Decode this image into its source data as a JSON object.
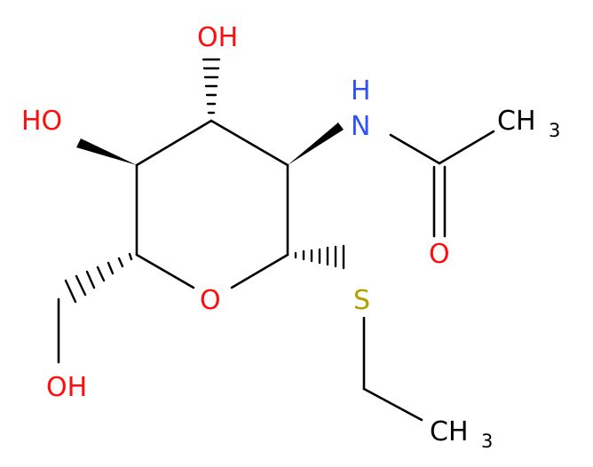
{
  "molecule": {
    "labels": {
      "oh_top": "OH",
      "ho_left": "HO",
      "nh": "N",
      "nh_h": "H",
      "ch3_top": "CH",
      "ch3_top_sub": "3",
      "carbonyl_o": "O",
      "ring_o": "O",
      "sulfur": "S",
      "oh_bottom": "OH",
      "ch3_bottom": "CH",
      "ch3_bottom_sub": "3"
    },
    "colors": {
      "bond": "#000000",
      "oxygen": "#ff0d0d",
      "nitrogen": "#3050f8",
      "sulfur": "#b2a200",
      "carbon": "#000000"
    }
  }
}
